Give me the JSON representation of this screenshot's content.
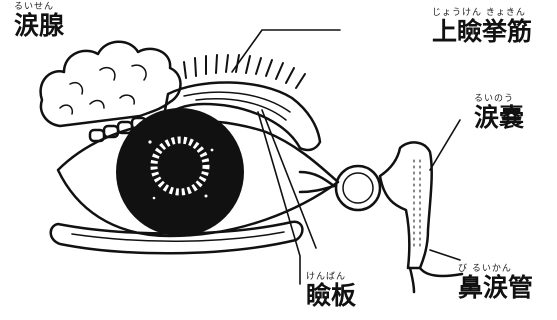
{
  "labels": {
    "lacrimal_gland": {
      "ruby": "るいせん",
      "text": "涙腺"
    },
    "levator": {
      "ruby": "じょうけん きょきん",
      "text": "上瞼挙筋"
    },
    "lacrimal_sac": {
      "ruby": "るいのう",
      "text": "涙嚢"
    },
    "tarsal_plate": {
      "ruby": "けんばん",
      "text": "瞼板"
    },
    "nasolacrimal_duct": {
      "ruby": "び るいかん",
      "text": "鼻涙管"
    }
  },
  "colors": {
    "ink": "#111111",
    "paper": "#ffffff"
  }
}
